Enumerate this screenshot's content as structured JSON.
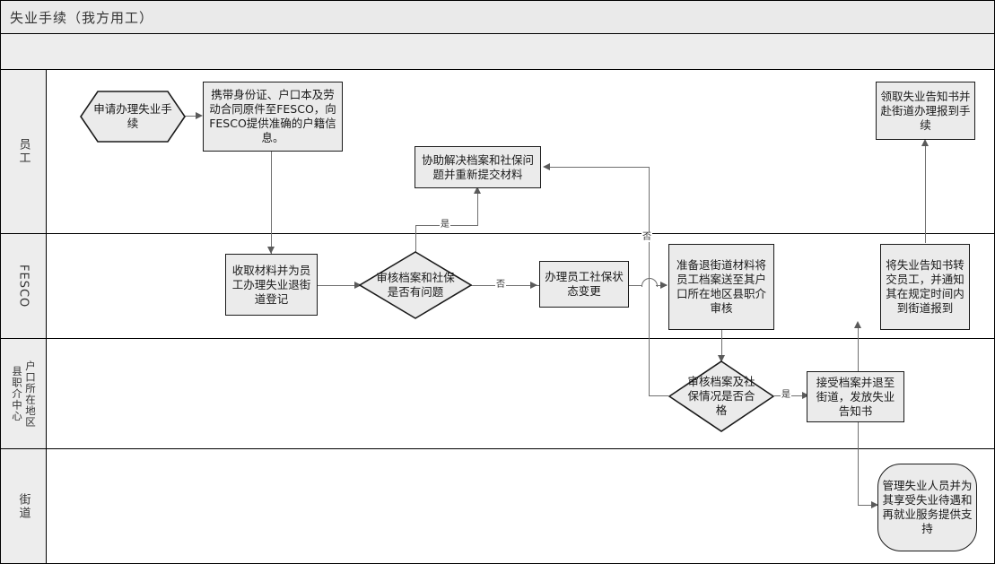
{
  "header": {
    "title": "失业手续（我方用工）"
  },
  "lanes": [
    {
      "id": "employee",
      "label": "员工"
    },
    {
      "id": "fesco",
      "label": "FESCO"
    },
    {
      "id": "job-center",
      "label": "户口所在地区\n县职介中心"
    },
    {
      "id": "street-office",
      "label": "街道"
    }
  ],
  "nodes": {
    "start": {
      "label": "申请办理失业手续",
      "shape": "hexagon",
      "lane": "employee"
    },
    "submit_docs": {
      "label": "携带身份证、户口本及劳动合同原件至FESCO，向FESCO提供准确的户籍信息。",
      "shape": "process",
      "lane": "employee"
    },
    "fix_problems": {
      "label": "协助解决档案和社保问题并重新提交材料",
      "shape": "process",
      "lane": "employee"
    },
    "collect_notice": {
      "label": "领取失业告知书并赴街道办理报到手续",
      "shape": "process",
      "lane": "employee"
    },
    "receive_materials": {
      "label": "收取材料并为员工办理失业退街道登记",
      "shape": "process",
      "lane": "fesco"
    },
    "check_archive": {
      "label": "审核档案和社保是否有问题",
      "shape": "decision",
      "lane": "fesco"
    },
    "change_status": {
      "label": "办理员工社保状态变更",
      "shape": "process",
      "lane": "fesco"
    },
    "prepare_transfer": {
      "label": "准备退街道材料将员工档案送至其户口所在地区县职介审核",
      "shape": "process",
      "lane": "fesco"
    },
    "hand_over_notice": {
      "label": "将失业告知书转交员工，并通知其在规定时间内到街道报到",
      "shape": "process",
      "lane": "fesco"
    },
    "audit_qualified": {
      "label": "审核档案及社保情况是否合格",
      "shape": "decision",
      "lane": "job-center"
    },
    "accept_archive": {
      "label": "接受档案并退至街道，发放失业告知书",
      "shape": "process",
      "lane": "job-center"
    },
    "manage_unemployed": {
      "label": "管理失业人员并为其享受失业待遇和再就业服务提供支持",
      "shape": "rounded",
      "lane": "street-office"
    }
  },
  "edge_labels": {
    "check_yes": "是",
    "check_no": "否",
    "audit_no": "否",
    "audit_yes": "是"
  },
  "colors": {
    "shape_fill": "#ebebeb",
    "shape_border": "#1a1a1a",
    "lane_header_fill": "#ededed",
    "title_fill": "#eaeaea",
    "connector": "#6f6f6f"
  }
}
